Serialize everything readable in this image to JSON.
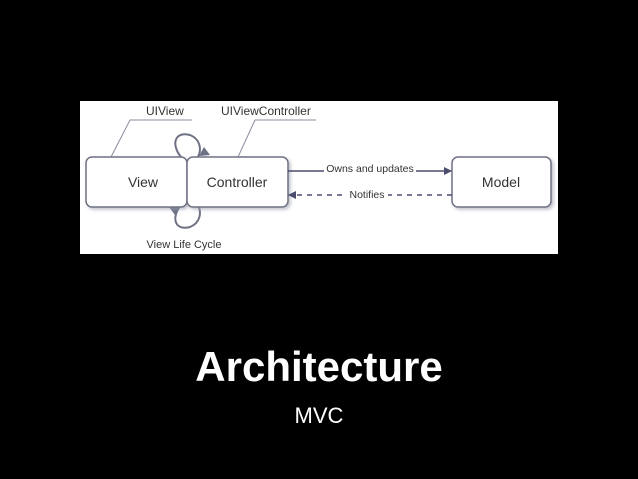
{
  "diagram": {
    "label_uiview": "UIView",
    "label_uiviewcontroller": "UIViewController",
    "box_view": "View",
    "box_controller": "Controller",
    "box_model": "Model",
    "arrow_owns": "Owns and updates",
    "arrow_notifies": "Notifies",
    "label_lifecycle": "View Life Cycle"
  },
  "slide": {
    "title": "Architecture",
    "subtitle": "MVC"
  },
  "colors": {
    "background": "#000000",
    "diagram_background": "#ffffff",
    "box_stroke": "#6e7183",
    "arrow": "#4a4d6e"
  }
}
